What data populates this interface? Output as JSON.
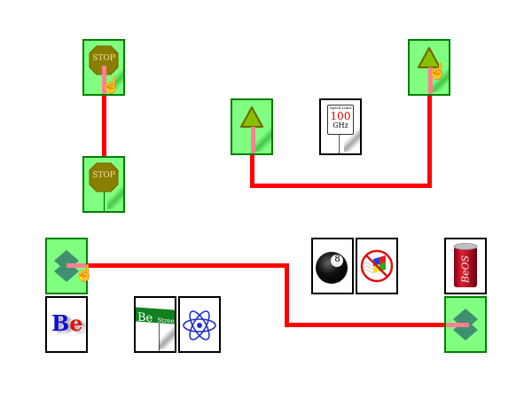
{
  "game": {
    "title": "Path puzzle board",
    "colors": {
      "selected_tile": "#80ff80",
      "selected_border": "#008000",
      "path": "#ff0000",
      "path_highlight": "#ff8090"
    }
  },
  "tiles": [
    {
      "id": "stop-1",
      "icon": "stop-sign-icon",
      "label": "STOP",
      "selected": true,
      "cursor": true
    },
    {
      "id": "stop-2",
      "icon": "stop-sign-icon",
      "label": "STOP",
      "selected": true,
      "cursor": false
    },
    {
      "id": "yield-1",
      "icon": "yield-triangle-icon",
      "selected": true,
      "cursor": true
    },
    {
      "id": "yield-2",
      "icon": "yield-triangle-icon",
      "selected": true,
      "cursor": false
    },
    {
      "id": "speed-limit",
      "icon": "speed-limit-sign-icon",
      "caption": "Speed Limit",
      "value": "100",
      "unit": "GHz",
      "selected": false
    },
    {
      "id": "diamond-1",
      "icon": "diamond-sign-icon",
      "selected": true,
      "cursor": true
    },
    {
      "id": "diamond-2",
      "icon": "diamond-sign-icon",
      "selected": true,
      "cursor": false
    },
    {
      "id": "be-logo",
      "icon": "be-logo-icon",
      "label_b": "B",
      "label_e": "e",
      "selected": false
    },
    {
      "id": "be-street",
      "icon": "street-sign-icon",
      "label": "Be",
      "label_small": "Street",
      "selected": false
    },
    {
      "id": "atom",
      "icon": "atom-icon",
      "selected": false
    },
    {
      "id": "eight-ball",
      "icon": "eight-ball-icon",
      "label": "8",
      "selected": false
    },
    {
      "id": "no-windows",
      "icon": "no-windows-icon",
      "selected": false
    },
    {
      "id": "beos-can",
      "icon": "beos-can-icon",
      "label": "BeOS",
      "selected": false
    }
  ]
}
